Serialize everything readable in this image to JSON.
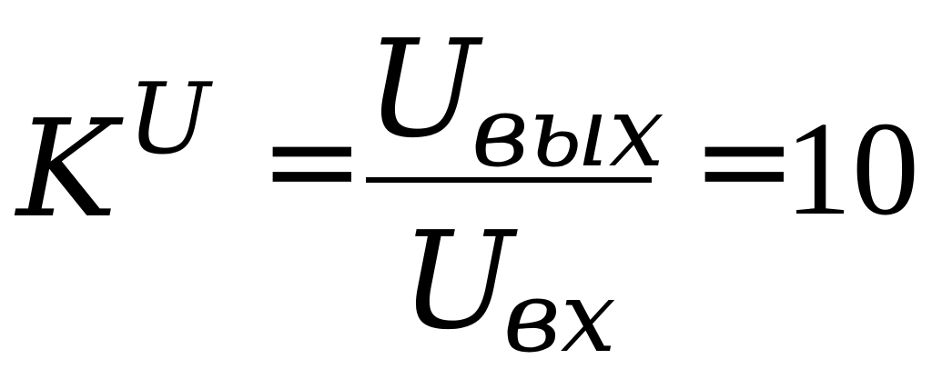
{
  "formula": {
    "lhs_symbol": "K",
    "lhs_superscript": "U",
    "equals": "=",
    "numerator_symbol": "U",
    "numerator_subscript": "вых",
    "denominator_symbol": "U",
    "denominator_subscript": "вх",
    "equals_2": "=",
    "result": "10"
  }
}
